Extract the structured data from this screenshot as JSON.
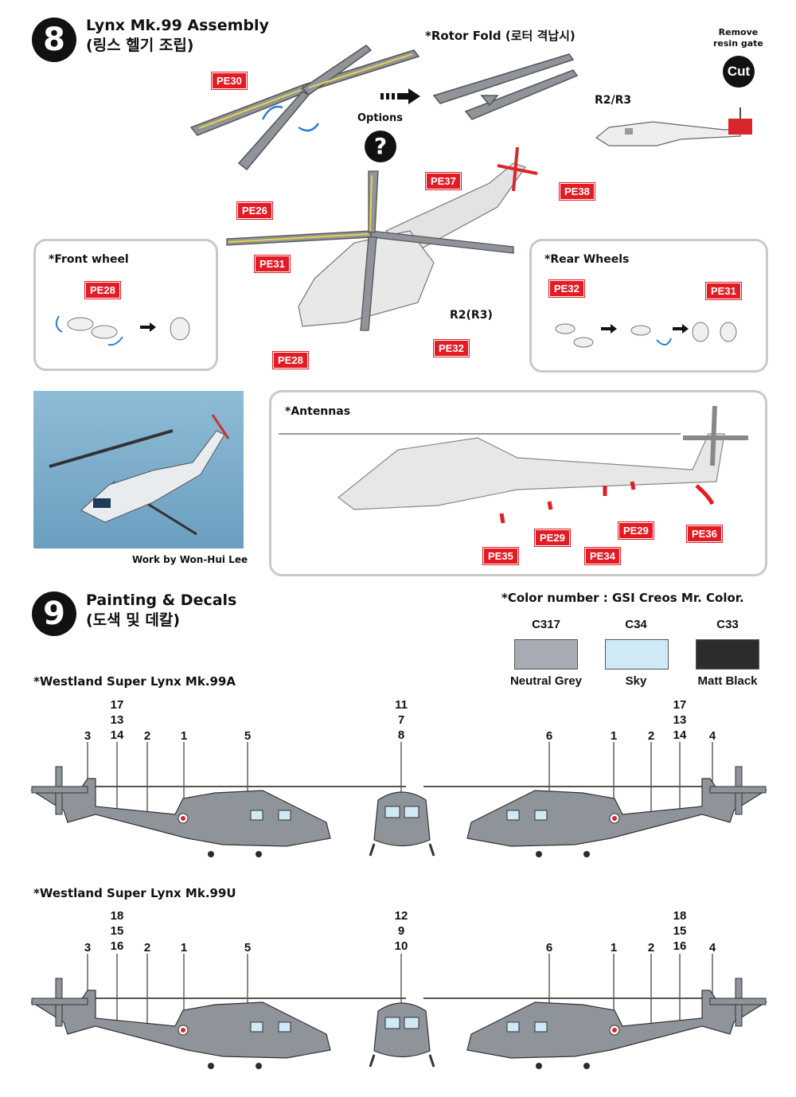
{
  "step8": {
    "number": "8",
    "title_en": "Lynx Mk.99 Assembly",
    "title_kr": "(링스 헬기 조립)",
    "rotor_fold": "*Rotor Fold (로터 격납시)",
    "remove_gate": "Remove\nresin gate",
    "cut_label": "Cut",
    "r2r3_top": "R2/R3",
    "options_label": "Options",
    "options_icon": "question-mark-icon",
    "r2r3_main": "R2(R3)",
    "parts": {
      "pe30": "PE30",
      "pe37": "PE37",
      "pe38": "PE38",
      "pe26": "PE26",
      "pe31_main": "PE31",
      "pe28_main": "PE28",
      "pe32_main": "PE32"
    },
    "front_wheel": {
      "title": "*Front wheel",
      "part": "PE28"
    },
    "rear_wheels": {
      "title": "*Rear Wheels",
      "part_a": "PE32",
      "part_b": "PE31"
    },
    "photo_credit": "Work by Won-Hui Lee",
    "antennas": {
      "title": "*Antennas",
      "parts": [
        "PE29",
        "PE29",
        "PE36",
        "PE35",
        "PE34"
      ]
    }
  },
  "step9": {
    "number": "9",
    "title_en": "Painting & Decals",
    "title_kr": "(도색 및 데칼)",
    "color_note": "*Color number : GSI Creos Mr. Color.",
    "colors": [
      {
        "code": "C317",
        "name": "Neutral Grey",
        "hex": "#a7abb4"
      },
      {
        "code": "C34",
        "name": "Sky",
        "hex": "#cfe9f7"
      },
      {
        "code": "C33",
        "name": "Matt Black",
        "hex": "#2e2b2b"
      }
    ],
    "variant_a": {
      "title": "*Westland Super Lynx Mk.99A",
      "left_nums": [
        "3",
        "17\n13\n14",
        "2",
        "1",
        "5"
      ],
      "front_nums": "11\n7\n8",
      "right_nums": [
        "6",
        "1",
        "2",
        "17\n13\n14",
        "4"
      ]
    },
    "variant_u": {
      "title": "*Westland Super Lynx Mk.99U",
      "left_nums": [
        "3",
        "18\n15\n16",
        "2",
        "1",
        "5"
      ],
      "front_nums": "12\n9\n10",
      "right_nums": [
        "6",
        "1",
        "2",
        "18\n15\n16",
        "4"
      ]
    }
  }
}
